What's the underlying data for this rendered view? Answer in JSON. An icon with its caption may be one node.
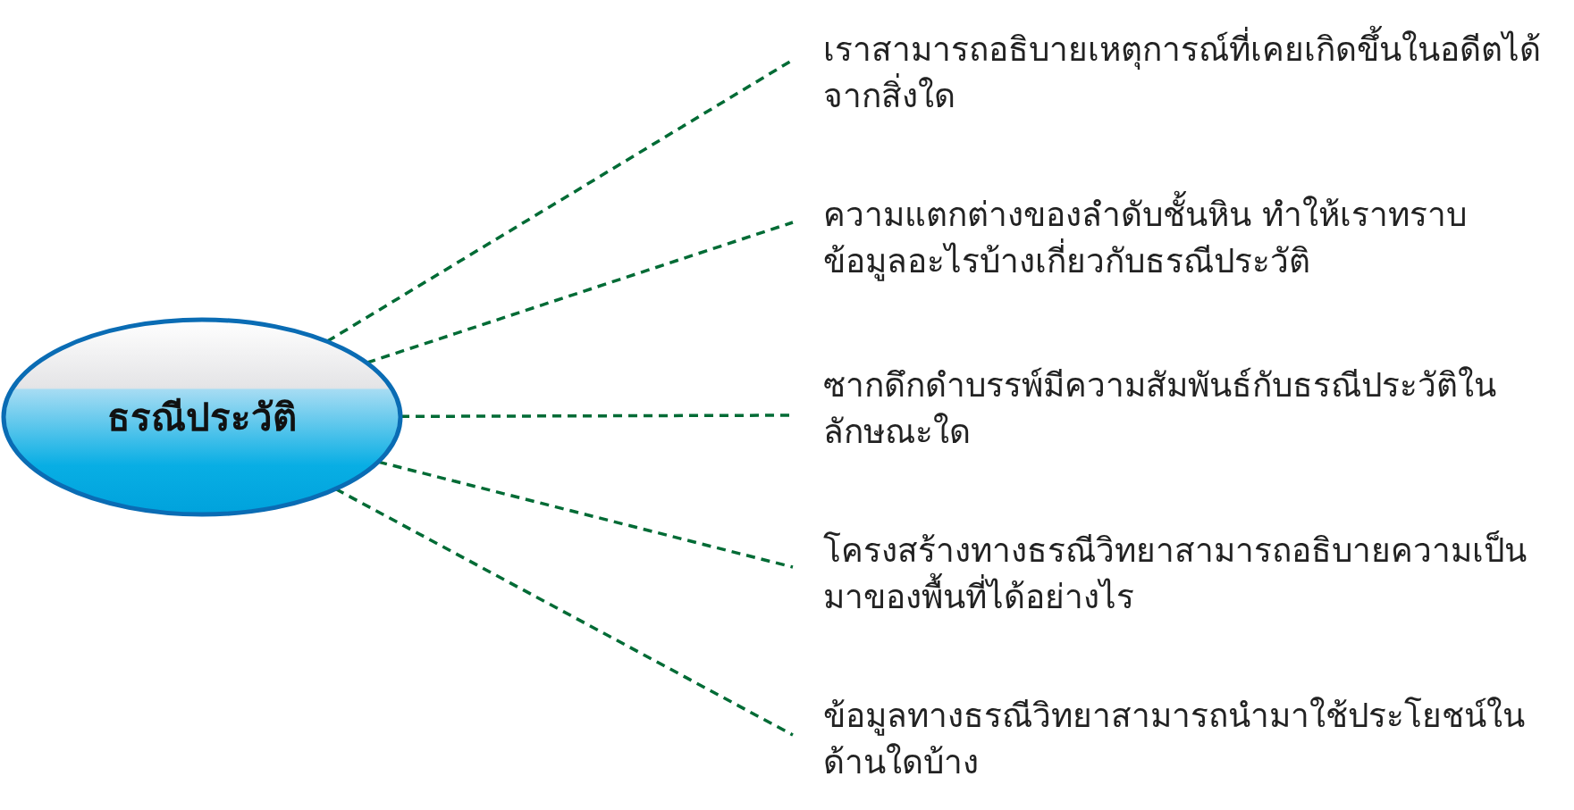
{
  "diagram": {
    "nodes": [
      {
        "text": [
          "ธรณีประวัติ"
        ]
      },
      {
        "text": [
          "เราสามารถอธิบายเหตุการณ์ที่เคยเกิดขึ้นในอดีตได้จากสิ่งใด"
        ]
      },
      {
        "text": [
          "ความแตกต่างของลำดับชั้นหิน ทำให้เราทราบข้อมูลอะไรบ้างเกี่ยวกับธรณีประวัติ"
        ]
      },
      {
        "text": [
          "ซากดึกดำบรรพ์มีความสัมพันธ์กับธรณีประวัติในลักษณะใด"
        ]
      },
      {
        "text": [
          "โครงสร้างทางธรณีวิทยาสามารถอธิบายความเป็นมาของพื้นที่ได้อย่างไร"
        ]
      },
      {
        "text": [
          "ข้อมูลทางธรณีวิทยาสามารถนำมาใช้ประโยชน์ในด้านใดบ้าง"
        ]
      }
    ],
    "edges": [
      {
        "from": 0,
        "to": 1,
        "arrow": "none",
        "style": "dashed",
        "color": "#006b35"
      },
      {
        "from": 0,
        "to": 2,
        "arrow": "none",
        "style": "dashed",
        "color": "#006b35"
      },
      {
        "from": 0,
        "to": 3,
        "arrow": "none",
        "style": "dashed",
        "color": "#006b35"
      },
      {
        "from": 0,
        "to": 4,
        "arrow": "none",
        "style": "dashed",
        "color": "#006b35"
      },
      {
        "from": 0,
        "to": 5,
        "arrow": "none",
        "style": "dashed",
        "color": "#006b35"
      }
    ]
  }
}
